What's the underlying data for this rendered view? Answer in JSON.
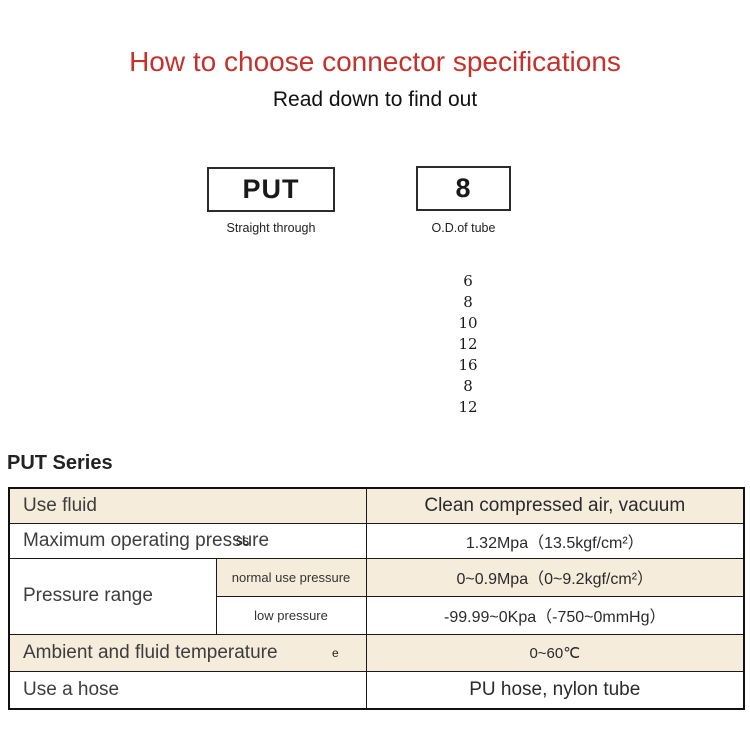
{
  "page": {
    "title": "How to choose connector specifications",
    "subtitle": "Read down to find out",
    "title_color": "#c5312b",
    "background_color": "#ffffff"
  },
  "selector": {
    "model_code": "PUT",
    "model_caption": "Straight through",
    "size_code": "8",
    "size_caption": "O.D.of tube",
    "size_options": [
      "6",
      "8",
      "10",
      "12",
      "16",
      "8",
      "12"
    ]
  },
  "series": {
    "heading": "PUT Series"
  },
  "spec_table": {
    "accent_bg": "#f5ecdc",
    "border_color": "#1a1a1a",
    "rows": [
      {
        "label": "Use fluid",
        "value": "Clean compressed air, vacuum"
      },
      {
        "label": "Maximum operating pressure",
        "artifact": "ss",
        "value": "1.32Mpa（13.5kgf/cm²）"
      },
      {
        "label": "Pressure range",
        "sub_rows": [
          {
            "label": "normal use pressure",
            "value": "0~0.9Mpa（0~9.2kgf/cm²）"
          },
          {
            "label": "low pressure",
            "value": "-99.99~0Kpa（-750~0mmHg）"
          }
        ]
      },
      {
        "label": "Ambient and fluid temperature",
        "artifact": "e",
        "value": "0~60℃"
      },
      {
        "label": "Use a hose",
        "value": "PU hose, nylon tube"
      }
    ]
  }
}
